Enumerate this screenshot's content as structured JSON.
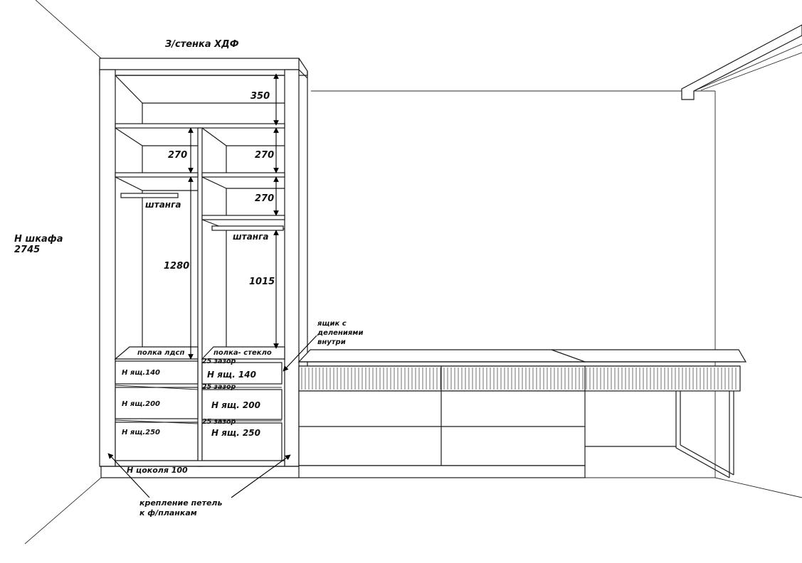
{
  "labels": {
    "back_wall": "З/стенка ХДФ",
    "cabinet_height_line1": "Н шкафа",
    "cabinet_height_line2": "2745",
    "dim_top": "350",
    "dim_left_shelf": "270",
    "dim_right_shelf1": "270",
    "dim_right_shelf2": "270",
    "dim_left_hang": "1280",
    "dim_right_hang": "1015",
    "rod_left": "штанга",
    "rod_right": "штанга",
    "shelf_left": "полка лдсп",
    "shelf_right": "полка- стекло",
    "gap1": "25 зазор",
    "gap2": "25 зазор",
    "gap3": "25 зазор",
    "drawer_left_1": "Н ящ.140",
    "drawer_left_2": "Н ящ.200",
    "drawer_left_3": "Н ящ.250",
    "drawer_right_1": "Н ящ. 140",
    "drawer_right_2": "Н ящ. 200",
    "drawer_right_3": "Н ящ. 250",
    "plinth": "Н цоколя 100",
    "drawer_note_line1": "ящик с",
    "drawer_note_line2": "делениями",
    "drawer_note_line3": "внутри",
    "hinge_note_line1": "крепление петель",
    "hinge_note_line2": "к ф/планкам"
  }
}
